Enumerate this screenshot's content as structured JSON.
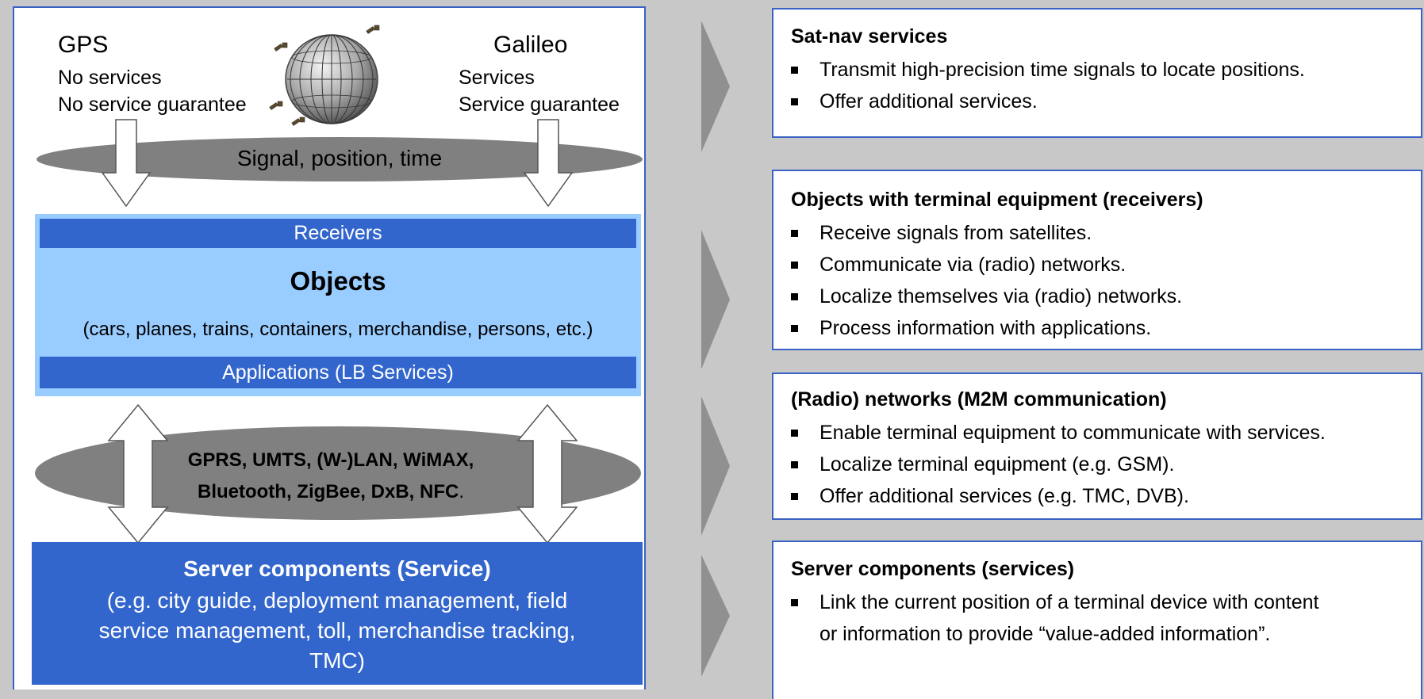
{
  "left": {
    "gps": {
      "title": "GPS",
      "line1": "No services",
      "line2": "No service guarantee"
    },
    "galileo": {
      "title": "Galileo",
      "line1": "Services",
      "line2": "Service guarantee"
    },
    "signal_label": "Signal, position, time",
    "receivers_label": "Receivers",
    "objects_title": "Objects",
    "objects_examples": "(cars, planes, trains, containers, merchandise, persons, etc.)",
    "applications_label": "Applications (LB Services)",
    "networks_line1": "GPRS, UMTS, (W-)LAN, WiMAX,",
    "networks_line2": "Bluetooth, ZigBee, DxB, NFC",
    "networks_period": ".",
    "server_title": "Server components (Service)",
    "server_line1": "(e.g. city guide, deployment management, field",
    "server_line2": "service management, toll, merchandise tracking,",
    "server_line3": "TMC)"
  },
  "right": [
    {
      "title": "Sat-nav services",
      "bullets": [
        "Transmit high-precision time signals to locate positions.",
        "Offer additional services."
      ]
    },
    {
      "title": "Objects with terminal equipment (receivers)",
      "bullets": [
        "Receive signals from satellites.",
        "Communicate via (radio) networks.",
        "Localize themselves via (radio) networks.",
        "Process information with applications."
      ]
    },
    {
      "title": "(Radio) networks (M2M communication)",
      "bullets": [
        "Enable terminal equipment to communicate with services.",
        "Localize terminal equipment (e.g. GSM).",
        "Offer additional services (e.g. TMC, DVB)."
      ]
    },
    {
      "title": "Server components (services)",
      "bullets": [
        "Link the current position of a terminal device with content",
        "or information to provide “value-added information”."
      ]
    }
  ],
  "colors": {
    "page_bg": "#c8c8c8",
    "border_blue": "#3a62c4",
    "band_blue": "#3366cc",
    "objects_light_blue": "#99ccff",
    "ellipse_gray": "#808080",
    "chevron_gray": "#909090"
  },
  "icons": {
    "satellite_globe": "globe-with-satellites-icon"
  }
}
